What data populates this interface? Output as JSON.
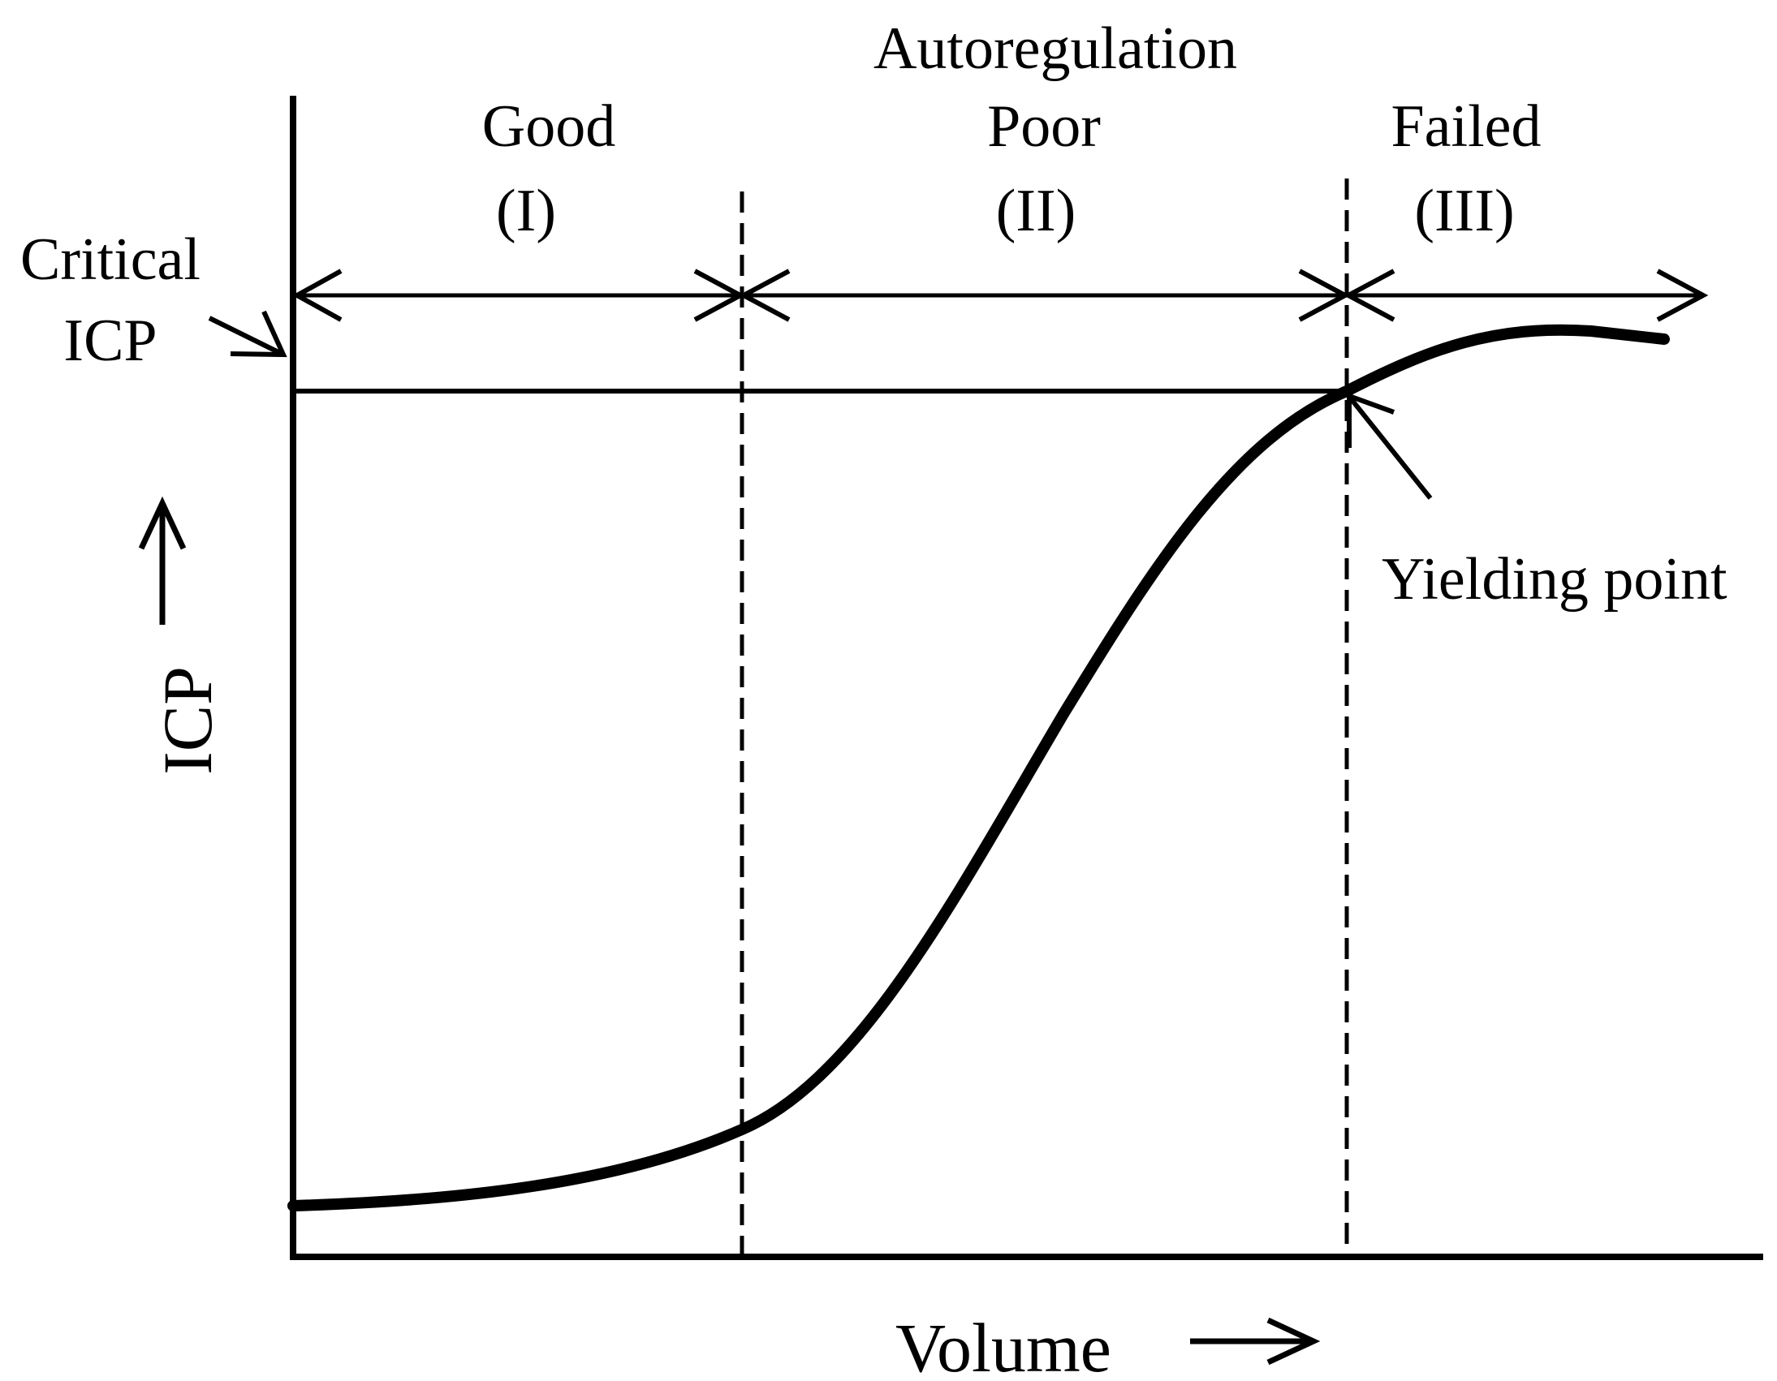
{
  "diagram": {
    "title": "Autoregulation",
    "zones": [
      {
        "name": "Good",
        "numeral": "(I)"
      },
      {
        "name": "Poor",
        "numeral": "(II)"
      },
      {
        "name": "Failed",
        "numeral": "(III)"
      }
    ],
    "critical_label": {
      "line1": "Critical",
      "line2": "ICP"
    },
    "yield_label": "Yielding point",
    "y_axis_label": "ICP",
    "x_axis_label": "Volume"
  },
  "colors": {
    "ink": "#000000",
    "background": "#ffffff"
  }
}
